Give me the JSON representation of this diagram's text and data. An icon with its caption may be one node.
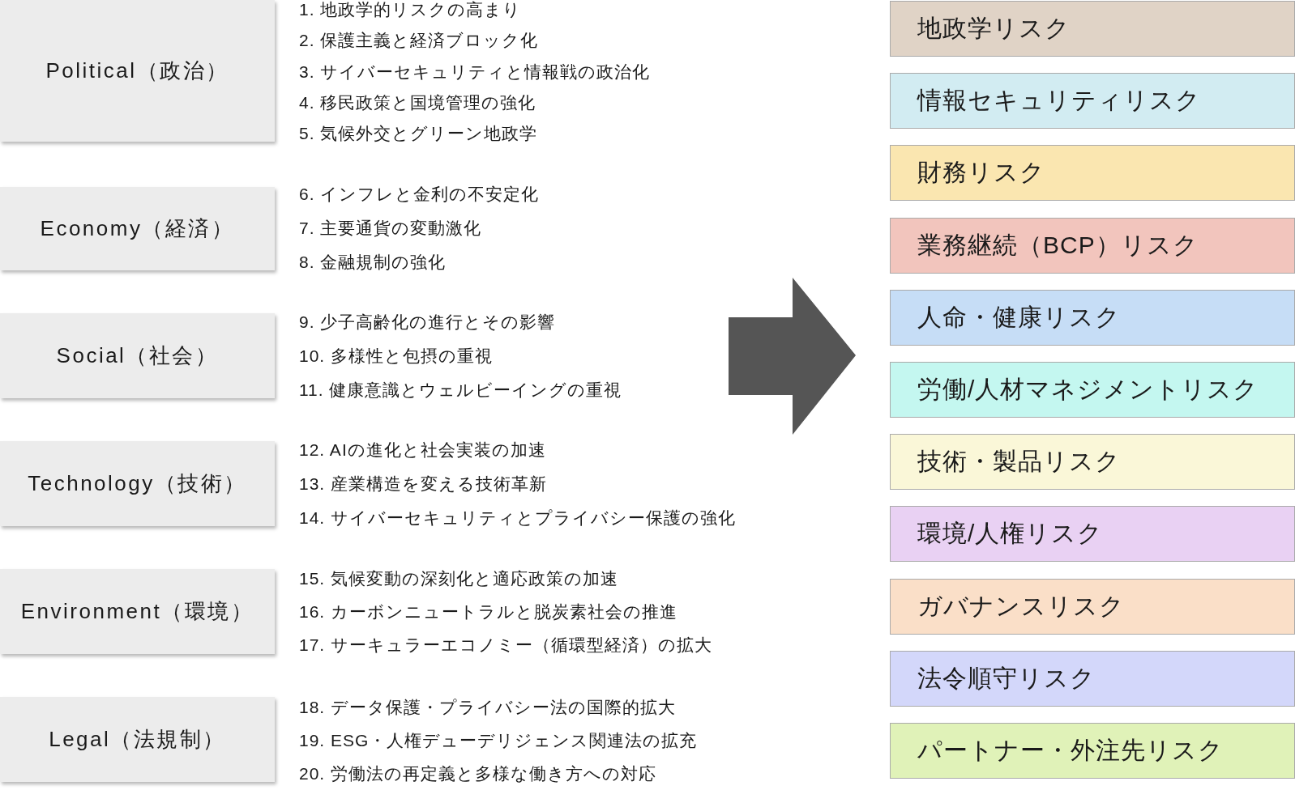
{
  "diagram": {
    "nodes": [
      {
        "text": [
          "Political（政治）"
        ],
        "beside": [
          "1. 地政学的リスクの高まり",
          "2. 保護主義と経済ブロック化",
          "3. サイバーセキュリティと情報戦の政治化",
          "4. 移民政策と国境管理の強化",
          "5. 気候外交とグリーン地政学"
        ]
      },
      {
        "text": [
          "Economy（経済）"
        ],
        "beside": [
          "6. インフレと金利の不安定化",
          "7. 主要通貨の変動激化",
          "8. 金融規制の強化"
        ]
      },
      {
        "text": [
          "Social（社会）"
        ],
        "beside": [
          "9. 少子高齢化の進行とその影響",
          "10. 多様性と包摂の重視",
          "11. 健康意識とウェルビーイングの重視"
        ]
      },
      {
        "text": [
          "Technology（技術）"
        ],
        "beside": [
          "12. AIの進化と社会実装の加速",
          "13. 産業構造を変える技術革新",
          "14. サイバーセキュリティとプライバシー保護の強化"
        ]
      },
      {
        "text": [
          "Environment（環境）"
        ],
        "beside": [
          "15. 気候変動の深刻化と適応政策の加速",
          "16. カーボンニュートラルと脱炭素社会の推進",
          "17. サーキュラーエコノミー（循環型経済）の拡大"
        ]
      },
      {
        "text": [
          "Legal（法規制）"
        ],
        "beside": [
          "18. データ保護・プライバシー法の国際的拡大",
          "19. ESG・人権デューデリジェンス関連法の拡充",
          "20. 労働法の再定義と多様な働き方への対応"
        ]
      },
      {
        "text": [
          "地政学リスク"
        ]
      },
      {
        "text": [
          "情報セキュリティリスク"
        ]
      },
      {
        "text": [
          "財務リスク"
        ]
      },
      {
        "text": [
          "業務継続（BCP）リスク"
        ]
      },
      {
        "text": [
          "人命・健康リスク"
        ]
      },
      {
        "text": [
          "労働/人材マネジメントリスク"
        ]
      },
      {
        "text": [
          "技術・製品リスク"
        ]
      },
      {
        "text": [
          "環境/人権リスク"
        ]
      },
      {
        "text": [
          "ガバナンスリスク"
        ]
      },
      {
        "text": [
          "法令順守リスク"
        ]
      },
      {
        "text": [
          "パートナー・外注先リスク"
        ]
      }
    ]
  }
}
